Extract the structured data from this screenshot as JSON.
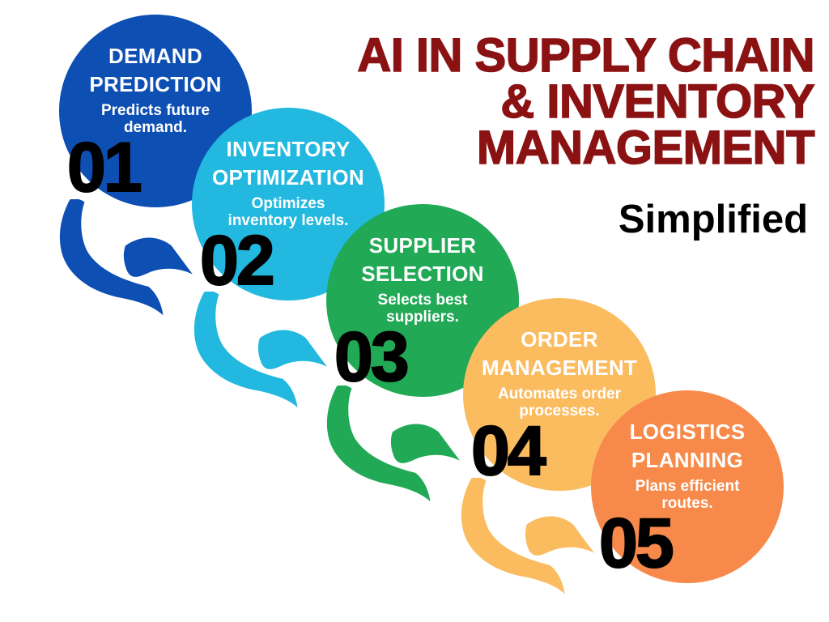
{
  "title": {
    "line1": "AI IN SUPPLY CHAIN",
    "line2": "& INVENTORY",
    "line3": "MANAGEMENT",
    "subtitle": "Simplified",
    "title_color": "#8B1213",
    "subtitle_color": "#000000"
  },
  "background_color": "#FFFFFF",
  "number_color": "#000000",
  "steps": [
    {
      "number": "01",
      "heading_line1": "DEMAND",
      "heading_line2": "PREDICTION",
      "description_line1": "Predicts future",
      "description_line2": "demand.",
      "color": "#0E4FB3"
    },
    {
      "number": "02",
      "heading_line1": "INVENTORY",
      "heading_line2": "OPTIMIZATION",
      "description_line1": "Optimizes",
      "description_line2": "inventory levels.",
      "color": "#22B8E0"
    },
    {
      "number": "03",
      "heading_line1": "SUPPLIER",
      "heading_line2": "SELECTION",
      "description_line1": "Selects best",
      "description_line2": "suppliers.",
      "color": "#21A956"
    },
    {
      "number": "04",
      "heading_line1": "ORDER",
      "heading_line2": "MANAGEMENT",
      "description_line1": "Automates order",
      "description_line2": "processes.",
      "color": "#FBBC60"
    },
    {
      "number": "05",
      "heading_line1": "LOGISTICS",
      "heading_line2": "PLANNING",
      "description_line1": "Plans efficient",
      "description_line2": "routes.",
      "color": "#F78A4B"
    }
  ]
}
